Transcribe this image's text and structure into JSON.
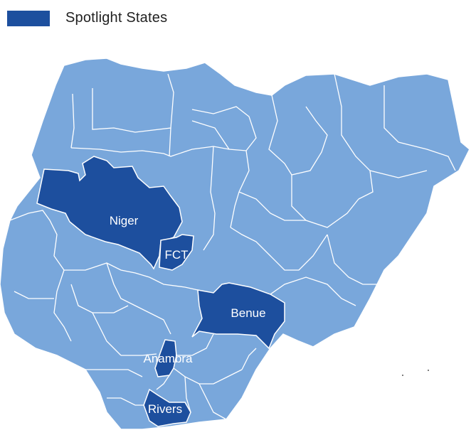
{
  "legend": {
    "label": "Spotlight States",
    "color": "#1d4f9e"
  },
  "colors": {
    "base_state": "#79a7db",
    "spotlight_state": "#1d4f9e",
    "border": "#ffffff"
  },
  "spotlight_states": [
    "Niger",
    "FCT",
    "Benue",
    "Anambra",
    "Rivers"
  ],
  "labels": {
    "niger": "Niger",
    "fct": "FCT",
    "benue": "Benue",
    "anambra": "Anambra",
    "rivers": "Rivers"
  }
}
